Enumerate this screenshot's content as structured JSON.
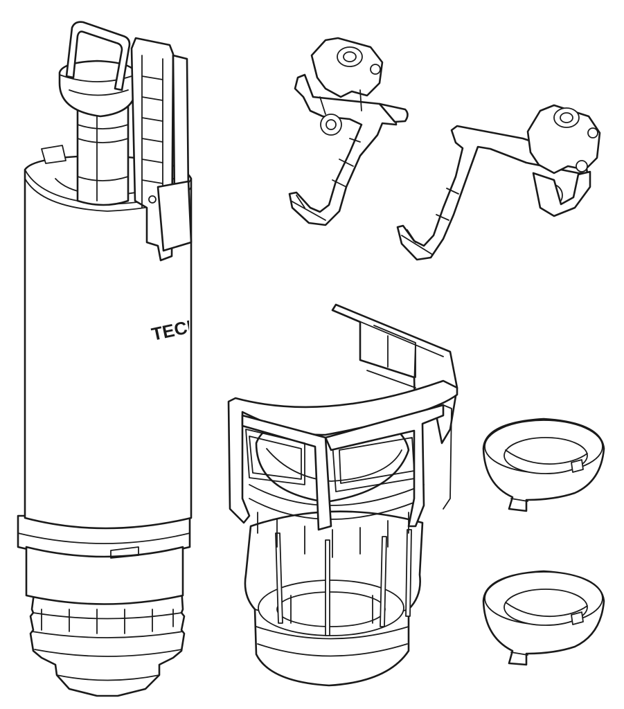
{
  "diagram": {
    "brand_text": "TECE",
    "parts": [
      {
        "id": "flush-valve",
        "label": ""
      },
      {
        "id": "lever-arm-left",
        "label": ""
      },
      {
        "id": "lever-arm-right",
        "label": ""
      },
      {
        "id": "basket-cage",
        "label": ""
      },
      {
        "id": "seal-ring-upper",
        "label": ""
      },
      {
        "id": "seal-ring-lower",
        "label": ""
      }
    ]
  }
}
